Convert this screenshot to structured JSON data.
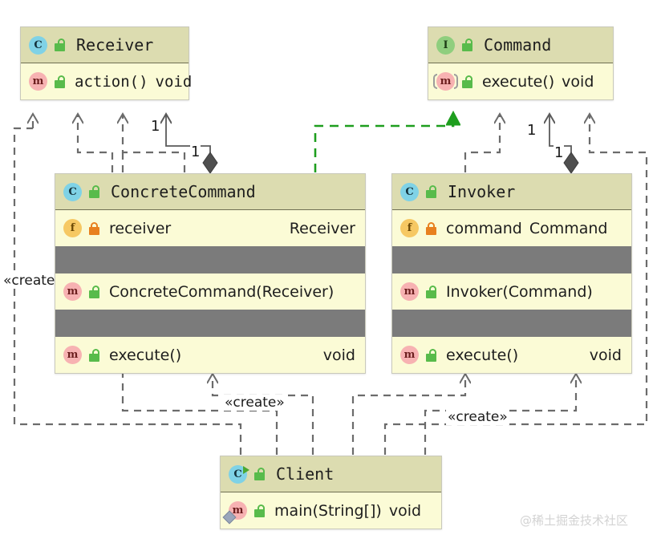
{
  "diagram": {
    "title": "Command Pattern UML Class Diagram",
    "background": "#ffffff",
    "watermark": "@稀土掘金技术社区",
    "palette": {
      "header_fill": "#dcdcb0",
      "body_fill": "#fbfbd6",
      "separator_fill": "#7b7b7b",
      "border": "#c9c9bb",
      "class_icon": "#7fd2e6",
      "interface_icon": "#8fce7e",
      "method_icon": "#f7b2b2",
      "field_icon": "#f6c863",
      "lock_public": "#58bb4b",
      "lock_private": "#e8801f",
      "realization_green": "#1e9e1e",
      "connector_gray": "#6b6b6b",
      "diamond_fill": "#4f4f4f"
    }
  },
  "classes": {
    "receiver": {
      "name": "Receiver",
      "stereotype": "class",
      "icon": "class-icon",
      "icon_letter": "C",
      "visibility_icon": "lock-public-icon",
      "members": [
        {
          "kind": "method",
          "icon": "method-icon",
          "icon_letter": "m",
          "visibility_icon": "lock-public-icon",
          "name": "action()",
          "type": "void",
          "abstract": false
        }
      ]
    },
    "command": {
      "name": "Command",
      "stereotype": "interface",
      "icon": "interface-icon",
      "icon_letter": "I",
      "visibility_icon": "lock-public-icon",
      "members": [
        {
          "kind": "method",
          "icon": "method-icon",
          "icon_letter": "m",
          "visibility_icon": "lock-public-icon",
          "name": "execute()",
          "type": "void",
          "abstract": true
        }
      ]
    },
    "concrete_command": {
      "name": "ConcreteCommand",
      "stereotype": "class",
      "icon": "class-icon",
      "icon_letter": "C",
      "visibility_icon": "lock-public-icon",
      "members": [
        {
          "kind": "field",
          "icon": "field-icon",
          "icon_letter": "f",
          "visibility_icon": "lock-private-icon",
          "name": "receiver",
          "type": "Receiver"
        },
        {
          "kind": "method",
          "icon": "method-icon",
          "icon_letter": "m",
          "visibility_icon": "lock-public-icon",
          "name": "ConcreteCommand(Receiver)",
          "type": ""
        },
        {
          "kind": "method",
          "icon": "method-icon",
          "icon_letter": "m",
          "visibility_icon": "lock-public-icon",
          "name": "execute()",
          "type": "void"
        }
      ]
    },
    "invoker": {
      "name": "Invoker",
      "stereotype": "class",
      "icon": "class-icon",
      "icon_letter": "C",
      "visibility_icon": "lock-public-icon",
      "members": [
        {
          "kind": "field",
          "icon": "field-icon",
          "icon_letter": "f",
          "visibility_icon": "lock-private-icon",
          "name": "command",
          "type": "Command"
        },
        {
          "kind": "method",
          "icon": "method-icon",
          "icon_letter": "m",
          "visibility_icon": "lock-public-icon",
          "name": "Invoker(Command)",
          "type": ""
        },
        {
          "kind": "method",
          "icon": "method-icon",
          "icon_letter": "m",
          "visibility_icon": "lock-public-icon",
          "name": "execute()",
          "type": "void"
        }
      ]
    },
    "client": {
      "name": "Client",
      "stereotype": "class",
      "icon": "class-runnable-icon",
      "icon_letter": "C",
      "visibility_icon": "lock-public-icon",
      "members": [
        {
          "kind": "method",
          "icon": "method-static-icon",
          "icon_letter": "m",
          "visibility_icon": "lock-public-icon",
          "name": "main(String[])",
          "type": "void"
        }
      ]
    }
  },
  "relations": [
    {
      "from": "ConcreteCommand",
      "to": "Receiver",
      "type": "aggregation",
      "style": "solid",
      "source_multiplicity": "1",
      "target_multiplicity": "1"
    },
    {
      "from": "Invoker",
      "to": "Command",
      "type": "aggregation",
      "style": "solid",
      "source_multiplicity": "1",
      "target_multiplicity": "1"
    },
    {
      "from": "ConcreteCommand",
      "to": "Command",
      "type": "realization",
      "style": "dashed-green"
    },
    {
      "from": "ConcreteCommand",
      "to": "Receiver",
      "type": "dependency",
      "style": "dashed"
    },
    {
      "from": "Invoker",
      "to": "Command",
      "type": "dependency",
      "style": "dashed"
    },
    {
      "from": "Client",
      "to": "Receiver",
      "type": "dependency",
      "style": "dashed",
      "label": "«create»"
    },
    {
      "from": "Client",
      "to": "ConcreteCommand",
      "type": "dependency",
      "style": "dashed",
      "label": "«create»"
    },
    {
      "from": "Client",
      "to": "Invoker",
      "type": "dependency",
      "style": "dashed",
      "label": "«create»"
    },
    {
      "from": "Client",
      "to": "Command",
      "type": "dependency",
      "style": "dashed"
    }
  ],
  "edge_labels": {
    "create_left": "«create»",
    "create_middle": "«create»",
    "create_right": "«create»",
    "mult_recv_top": "1",
    "mult_recv_bottom": "1",
    "mult_cmd_top": "1",
    "mult_cmd_bottom": "1"
  }
}
